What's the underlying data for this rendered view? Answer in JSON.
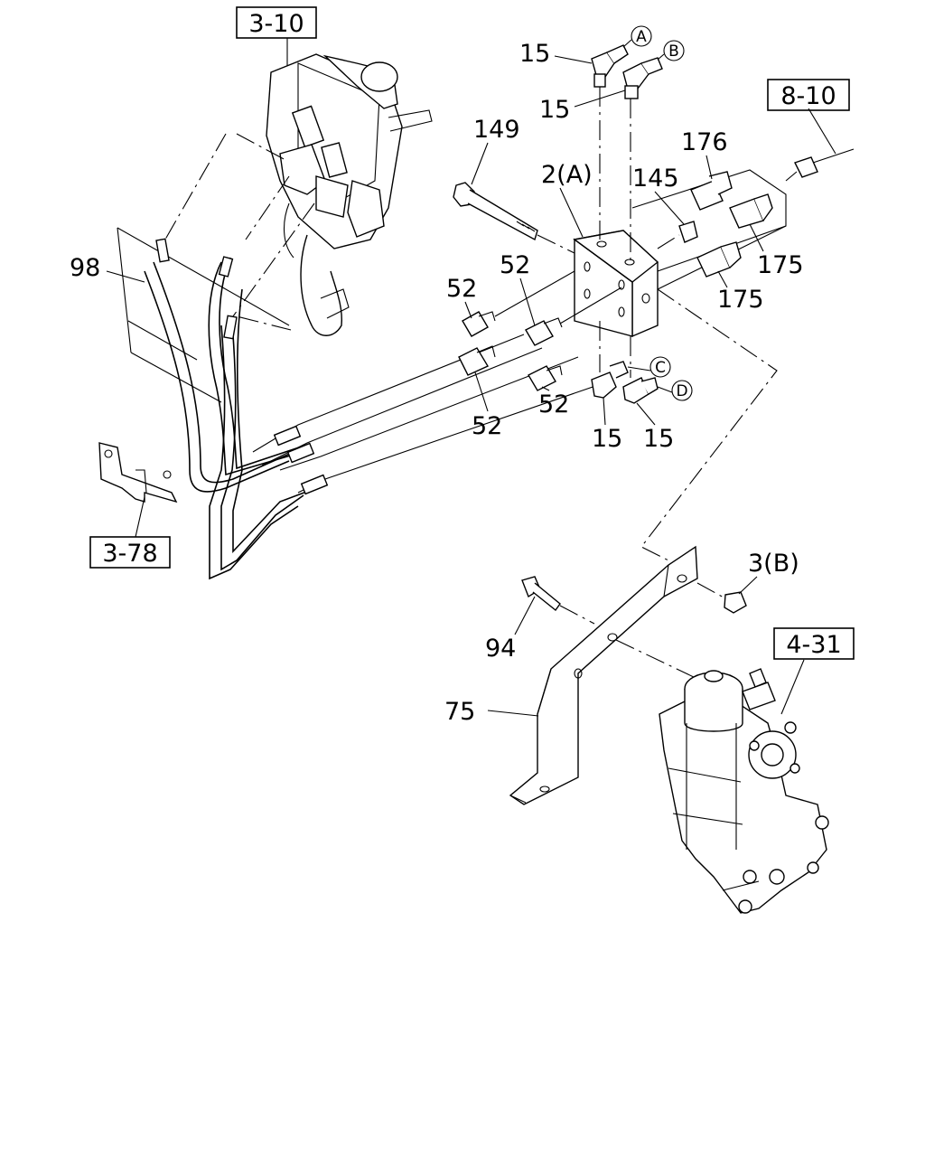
{
  "references": {
    "r_3_10": "3-10",
    "r_8_10": "8-10",
    "r_3_78": "3-78",
    "r_4_31": "4-31"
  },
  "labels": {
    "l15_a": "15",
    "l15_b": "15",
    "l15_c": "15",
    "l15_d": "15",
    "l149": "149",
    "l2a": "2(A)",
    "l145": "145",
    "l176": "176",
    "l175_a": "175",
    "l175_b": "175",
    "l98": "98",
    "l52_a": "52",
    "l52_b": "52",
    "l52_c": "52",
    "l52_d": "52",
    "l3b": "3(B)",
    "l94": "94",
    "l75": "75"
  },
  "circled": {
    "A": "A",
    "B": "B",
    "C": "C",
    "D": "D"
  }
}
